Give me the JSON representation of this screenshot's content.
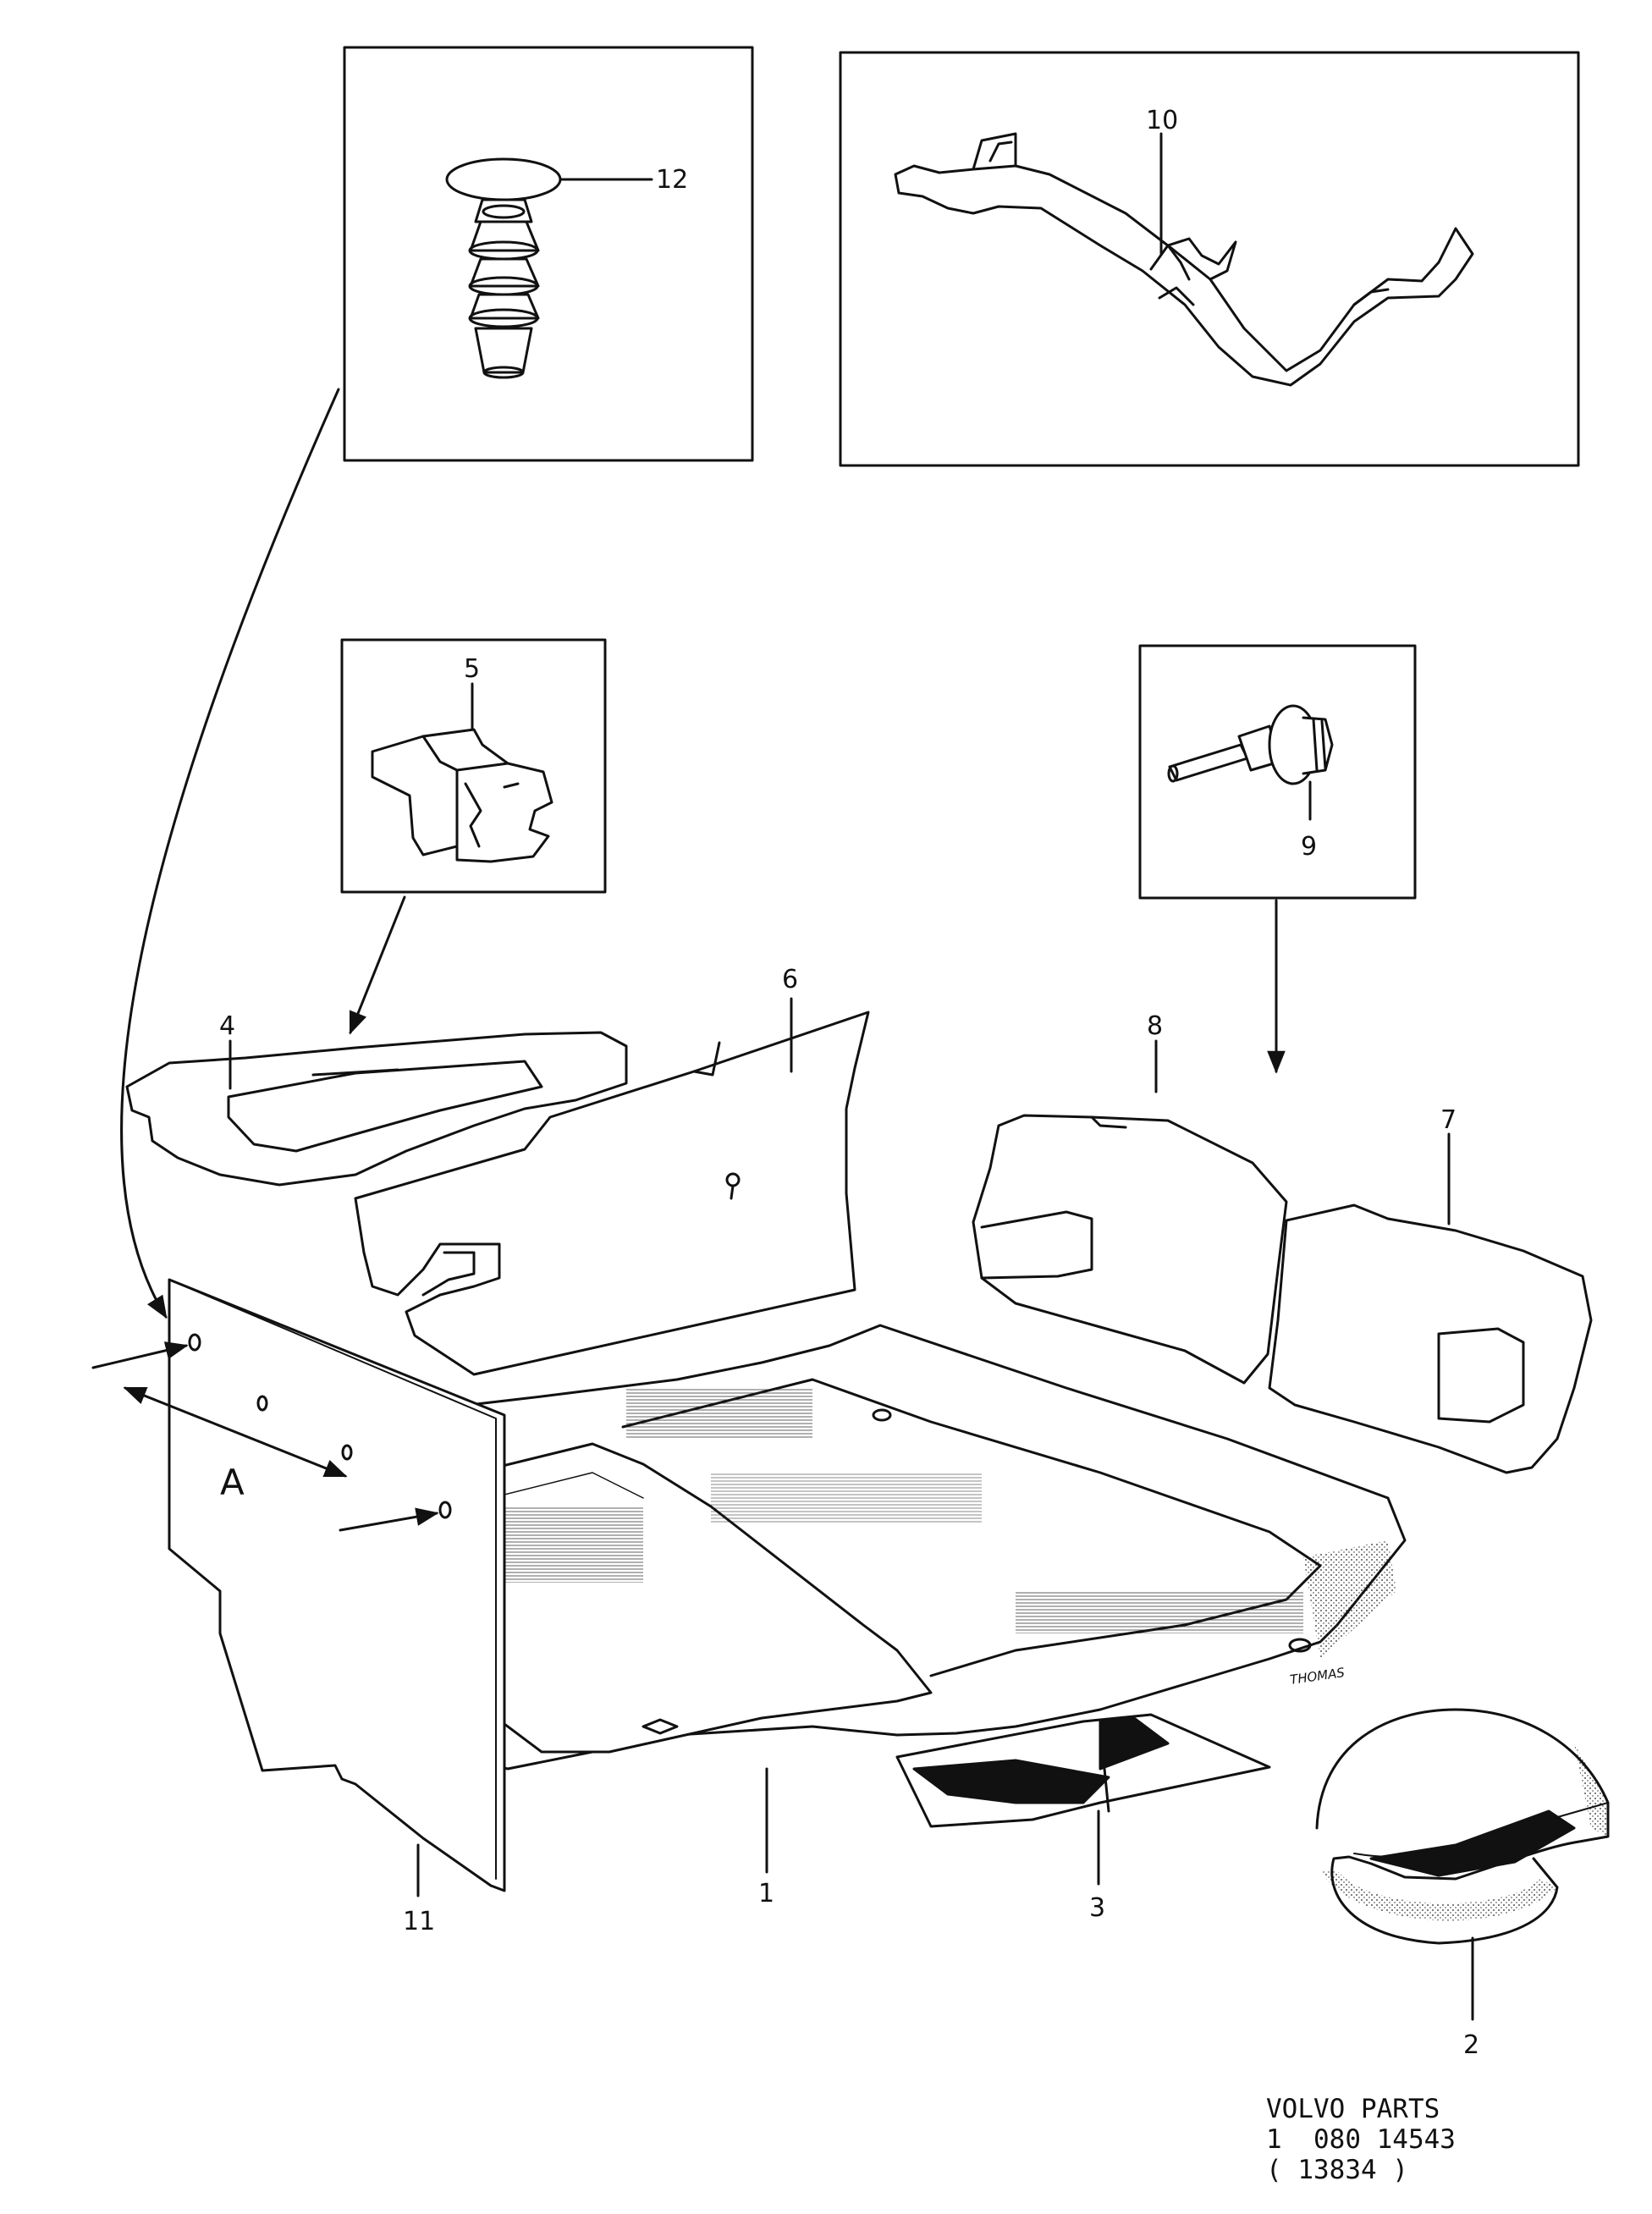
{
  "callouts": {
    "c1": "1",
    "c2": "2",
    "c3": "3",
    "c4": "4",
    "c5": "5",
    "c6": "6",
    "c7": "7",
    "c8": "8",
    "c9": "9",
    "c10": "10",
    "c11": "11",
    "c12": "12"
  },
  "dimension_label": "A",
  "artist_signature": "THOMAS",
  "footer": {
    "line1": "VOLVO PARTS",
    "line2": "1  080 14543",
    "line3": "( 13834 )"
  }
}
